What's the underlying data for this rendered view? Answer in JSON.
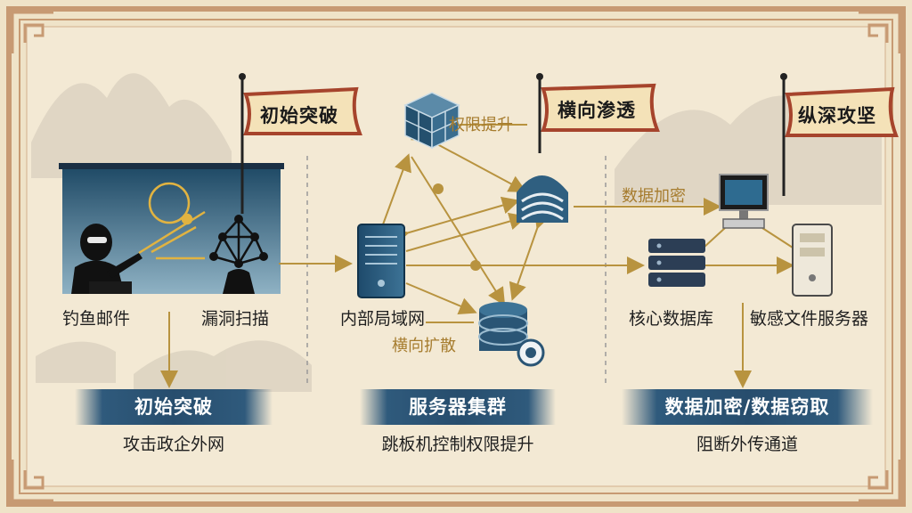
{
  "flags": {
    "initial": "初始突破",
    "lateral": "横向渗透",
    "deep": "纵深攻坚"
  },
  "nodes": {
    "phishing": "钓鱼邮件",
    "scan": "漏洞扫描",
    "intranet": "内部局域网",
    "core_db": "核心数据库",
    "file_server": "敏感文件服务器"
  },
  "edge_labels": {
    "privilege": "权限提升",
    "lateral_spread": "横向扩散",
    "encryption": "数据加密"
  },
  "stages": [
    {
      "title": "初始突破",
      "desc": "攻击政企外网"
    },
    {
      "title": "服务器集群",
      "desc": "跳板机控制权限提升"
    },
    {
      "title": "数据加密/数据窃取",
      "desc": "阻断外传通道"
    }
  ],
  "colors": {
    "parchment": "#efe3c8",
    "frame": "#c79a73",
    "gold_line": "#b8933f",
    "banner_blue": "#2f5a7c",
    "flag_fill": "#f4e2b8",
    "flag_border": "#a6442c"
  }
}
